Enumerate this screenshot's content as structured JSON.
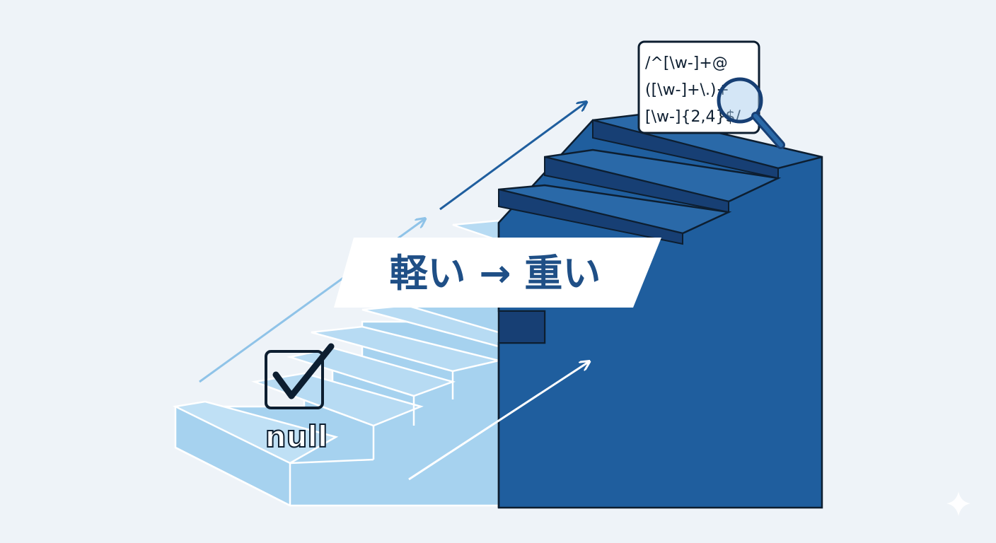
{
  "banner": {
    "text": "軽い → 重い"
  },
  "check_label": "null",
  "regex": {
    "lines": [
      "/^[\\w-]+@",
      "([\\w-]+\\.)+",
      "[\\w-]{2,4}$/"
    ]
  },
  "icons": {
    "checkbox": "checkbox-checked-icon",
    "magnifier": "magnifying-glass-icon",
    "sparkle": "sparkle-icon"
  },
  "colors": {
    "light_stair": "#9dccec",
    "light_stair_top": "#b7dbf3",
    "dark_stair": "#1f5e9e",
    "dark_tread": "#2a69a8",
    "dark_riser": "#173f74",
    "banner_text": "#1f4f86",
    "outline": "#0d1e30"
  }
}
